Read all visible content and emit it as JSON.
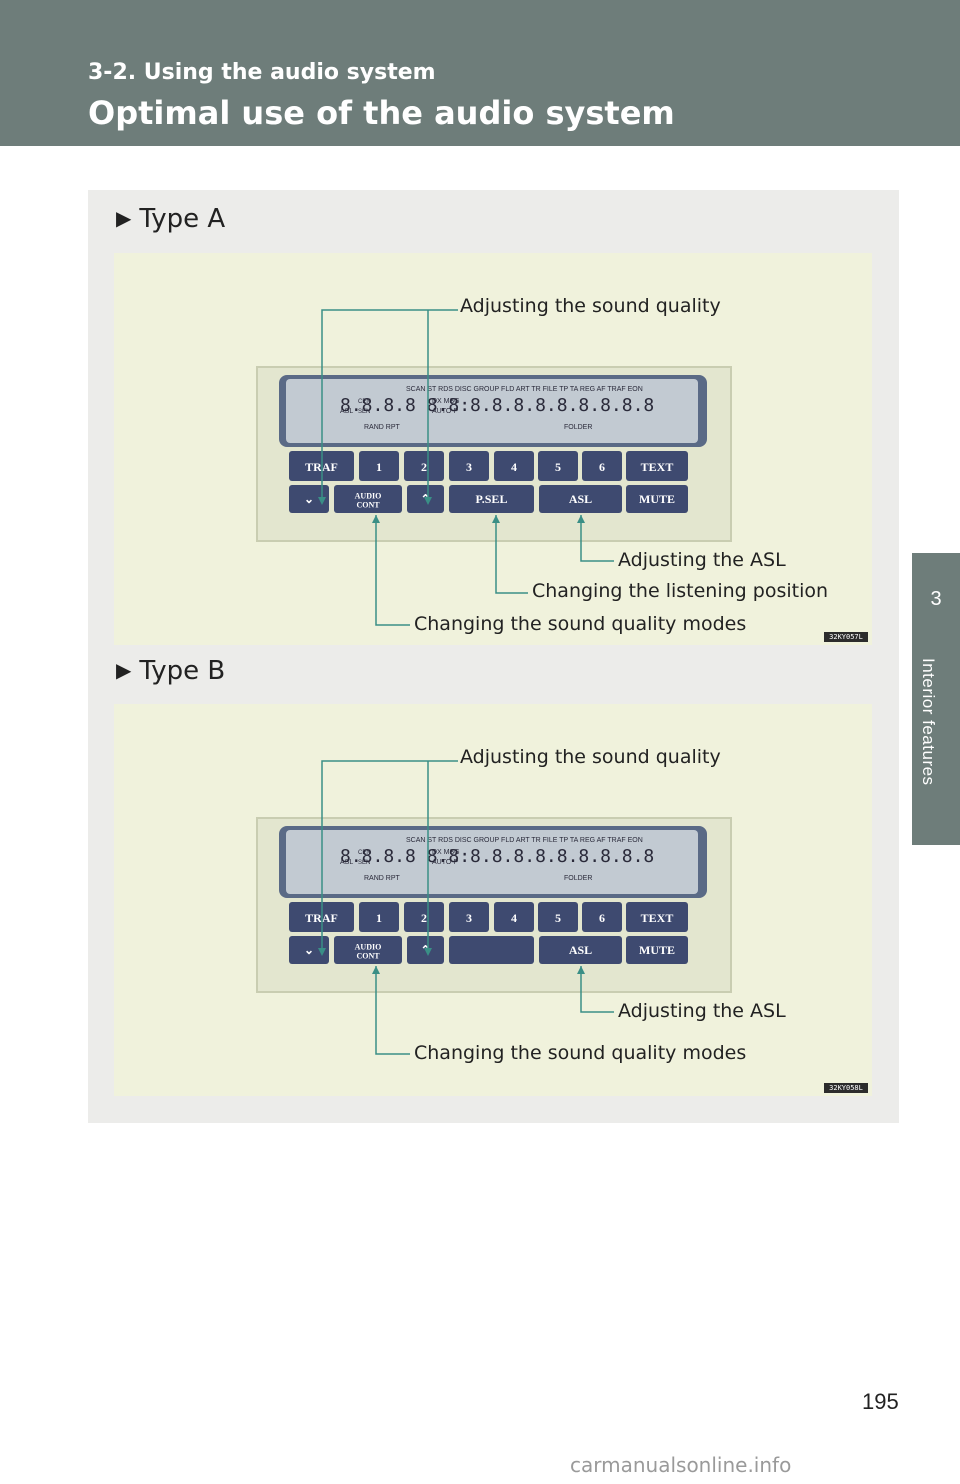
{
  "header": {
    "section": "3-2. Using the audio system",
    "title": "Optimal use of the audio system"
  },
  "side_tab": {
    "chapter_number": "3",
    "chapter_name": "Interior features"
  },
  "figures": [
    {
      "heading": "Type A",
      "image_code": "32KY057L",
      "callouts": {
        "sound_quality": "Adjusting the sound quality",
        "asl": "Adjusting the ASL",
        "listening_position": "Changing the listening position",
        "sound_quality_modes": "Changing the sound quality modes"
      },
      "buttons_row1": [
        "TRAF",
        "1",
        "2",
        "3",
        "4",
        "5",
        "6",
        "TEXT"
      ],
      "buttons_row2": [
        "⌄",
        "AUDIO CONT",
        "⌃",
        "P.SEL",
        "ASL",
        "MUTE"
      ]
    },
    {
      "heading": "Type B",
      "image_code": "32KY058L",
      "callouts": {
        "sound_quality": "Adjusting the sound quality",
        "asl": "Adjusting the ASL",
        "sound_quality_modes": "Changing the sound quality modes"
      },
      "buttons_row1": [
        "TRAF",
        "1",
        "2",
        "3",
        "4",
        "5",
        "6",
        "TEXT"
      ],
      "buttons_row2": [
        "⌄",
        "AUDIO CONT",
        "⌃",
        "",
        "ASL",
        "MUTE"
      ]
    }
  ],
  "display_text": {
    "line1": "SCAN ST RDS DISC GROUP FLD ART TR FILE TP TA REG AF TRAF EON",
    "line2": "DX MSG",
    "line3": "AUTO-P",
    "line4": "RAND RPT",
    "line5": "FOLDER",
    "asl": "ASL",
    "cen": "CEN",
    "sen": "SEN"
  },
  "page_number": "195",
  "watermark": "carmanualsonline.info",
  "colors": {
    "header": "#6e7d7a",
    "panel": "#ececea",
    "figure_bg": "#f0f2dc",
    "callout_line": "#3a8f86",
    "button": "#3e4a70"
  }
}
